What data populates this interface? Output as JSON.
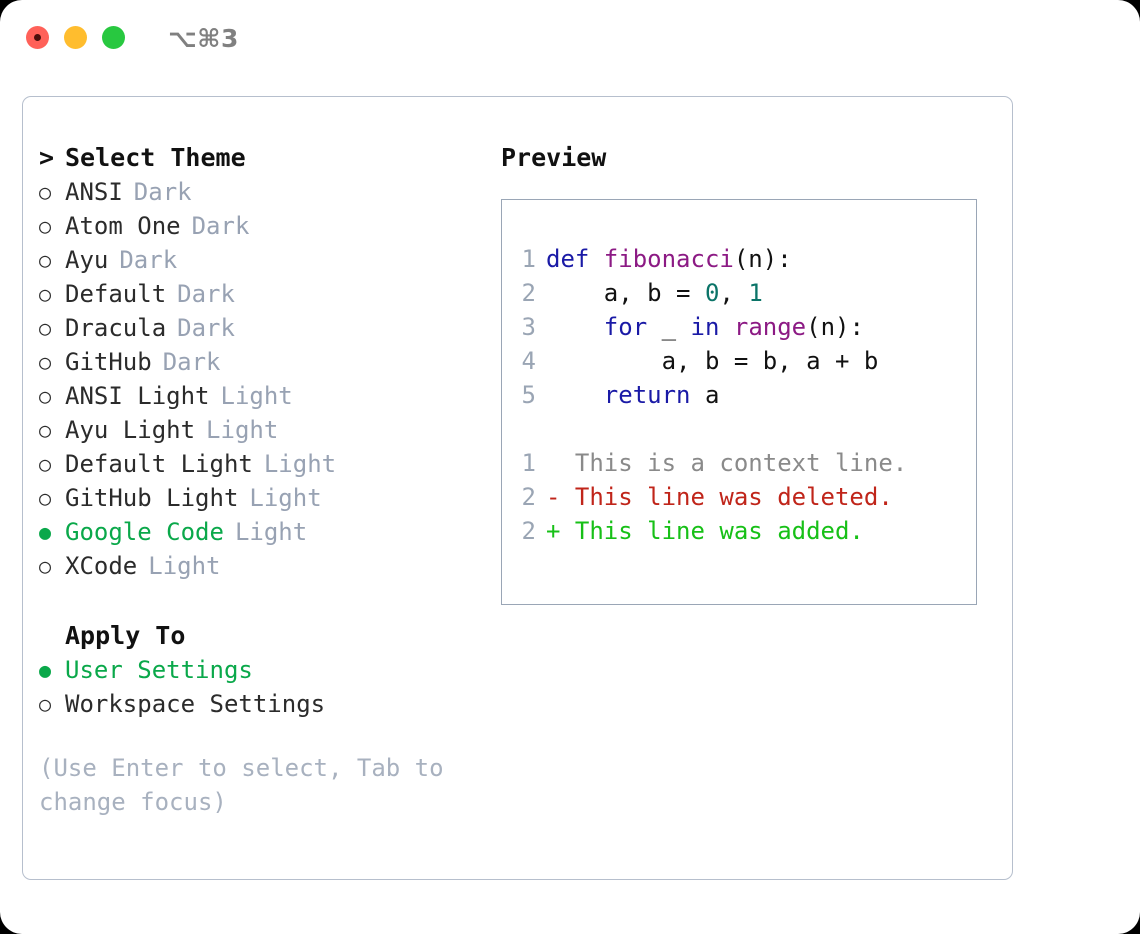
{
  "titlebar": {
    "shortcut": "⌥⌘3",
    "buttons": [
      {
        "name": "close",
        "color": "#ff6159"
      },
      {
        "name": "minimize",
        "color": "#ffbd2e"
      },
      {
        "name": "maximize",
        "color": "#28c840"
      }
    ]
  },
  "theme_section": {
    "caret": ">",
    "header": "Select Theme",
    "marker_unselected": "○",
    "marker_selected": "●",
    "items": [
      {
        "label": "ANSI",
        "tag": "Dark",
        "selected": false
      },
      {
        "label": "Atom One",
        "tag": "Dark",
        "selected": false
      },
      {
        "label": "Ayu",
        "tag": "Dark",
        "selected": false
      },
      {
        "label": "Default",
        "tag": "Dark",
        "selected": false
      },
      {
        "label": "Dracula",
        "tag": "Dark",
        "selected": false
      },
      {
        "label": "GitHub",
        "tag": "Dark",
        "selected": false
      },
      {
        "label": "ANSI Light",
        "tag": "Light",
        "selected": false
      },
      {
        "label": "Ayu Light",
        "tag": "Light",
        "selected": false
      },
      {
        "label": "Default Light",
        "tag": "Light",
        "selected": false
      },
      {
        "label": "GitHub Light",
        "tag": "Light",
        "selected": false
      },
      {
        "label": "Google Code",
        "tag": "Light",
        "selected": true
      },
      {
        "label": "XCode",
        "tag": "Light",
        "selected": false
      }
    ]
  },
  "apply_section": {
    "header": "Apply To",
    "items": [
      {
        "label": "User Settings",
        "selected": true
      },
      {
        "label": "Workspace Settings",
        "selected": false
      }
    ]
  },
  "hint": "(Use Enter to select, Tab to change focus)",
  "preview": {
    "title": "Preview",
    "code_lines": [
      {
        "num": "1",
        "tokens": [
          {
            "t": "def ",
            "k": "kw"
          },
          {
            "t": "fibonacci",
            "k": "fn"
          },
          {
            "t": "(n):",
            "k": "plain"
          }
        ]
      },
      {
        "num": "2",
        "tokens": [
          {
            "t": "    a, b = ",
            "k": "plain"
          },
          {
            "t": "0",
            "k": "num"
          },
          {
            "t": ", ",
            "k": "plain"
          },
          {
            "t": "1",
            "k": "num"
          }
        ]
      },
      {
        "num": "3",
        "tokens": [
          {
            "t": "    ",
            "k": "plain"
          },
          {
            "t": "for",
            "k": "kw"
          },
          {
            "t": " _ ",
            "k": "plain"
          },
          {
            "t": "in",
            "k": "kw"
          },
          {
            "t": " ",
            "k": "plain"
          },
          {
            "t": "range",
            "k": "fn"
          },
          {
            "t": "(n):",
            "k": "plain"
          }
        ]
      },
      {
        "num": "4",
        "tokens": [
          {
            "t": "        a, b = b, a + b",
            "k": "plain"
          }
        ]
      },
      {
        "num": "5",
        "tokens": [
          {
            "t": "    ",
            "k": "plain"
          },
          {
            "t": "return",
            "k": "kw"
          },
          {
            "t": " a",
            "k": "plain"
          }
        ]
      }
    ],
    "diff_lines": [
      {
        "num": "1",
        "text": "  This is a context line.",
        "kind": "ctx"
      },
      {
        "num": "2",
        "text": "- This line was deleted.",
        "kind": "del"
      },
      {
        "num": "2",
        "text": "+ This line was added.",
        "kind": "add"
      }
    ]
  },
  "colors": {
    "accent_green": "#0aa84a",
    "tag_gray": "#98a2b3",
    "hint_gray": "#a8b1bf",
    "line_number": "#9aa5b4",
    "keyword": "#1a1aa6",
    "function": "#8c1a84",
    "number": "#0b7468",
    "diff_context": "#8a8a8a",
    "diff_deleted": "#c0251a",
    "diff_added": "#17c017",
    "panel_border": "#b6bfcd",
    "preview_border": "#9aa6b6"
  }
}
